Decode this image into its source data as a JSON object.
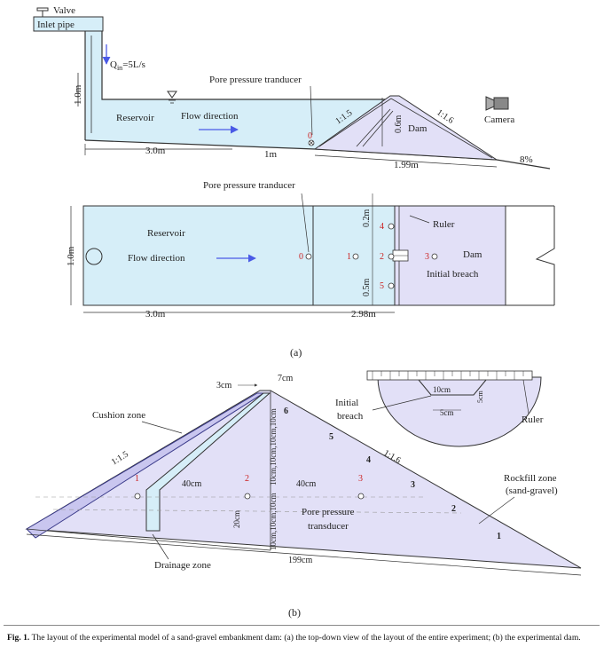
{
  "colors": {
    "water": "#d6eef8",
    "dam": "#e2e0f7",
    "dam_zone_line": "#3a3a8a",
    "red_label": "#cc2222",
    "flow_arrow": "#4a5ae6",
    "line": "#333333"
  },
  "icons": [
    "valve-icon",
    "camera-icon",
    "water-level-icon",
    "sensor-icon",
    "circle-outline-icon",
    "break-mark-icon"
  ],
  "side_view": {
    "valve_label": "Valve",
    "inlet_label": "Inlet pipe",
    "qin_label": "Q",
    "qin_sub": "in",
    "qin_value": "=5L/s",
    "height_label": "1.0m",
    "reservoir_label": "Reservoir",
    "flow_label": "Flow direction",
    "pore_label": "Pore pressure tranducer",
    "sensor0_label": "0",
    "slope_up_label": "1:1.5",
    "dam_height_label": "0.6m",
    "dam_label": "Dam",
    "slope_down_label": "1:1.6",
    "camera_label": "Camera",
    "len3_label": "3.0m",
    "len1_label": "1m",
    "len199_label": "1.99m",
    "grade_label": "8%"
  },
  "top_view": {
    "pore_label": "Pore pressure tranducer",
    "width_label": "1.0m",
    "reservoir_label": "Reservoir",
    "flow_label": "Flow direction",
    "s0_label": "0",
    "s1_label": "1",
    "s2_label": "2",
    "s3_label": "3",
    "s4_label": "4",
    "s5_label": "5",
    "dim02_label": "0.2m",
    "dim05_label": "0.5m",
    "ruler_label": "Ruler",
    "dam_label": "Dam",
    "breach_label": "Initial breach",
    "len3_label": "3.0m",
    "len298_label": "2.98m"
  },
  "label_a": "(a)",
  "section": {
    "dim3cm": "3cm",
    "dim7cm": "7cm",
    "cushion_label": "Cushion zone",
    "slope_up_label": "1:1.5",
    "slope_down_label": "1:1.6",
    "stack_upper": "10cm,10cm,10cm,10cm",
    "stack_lower": "10cm,10cm,10cm",
    "dim20cm": "20cm",
    "dim40a": "40cm",
    "dim40b": "40cm",
    "p1": "1",
    "p2": "2",
    "p3": "3",
    "ml1": "1",
    "ml2": "2",
    "ml3": "3",
    "ml4": "4",
    "ml5": "5",
    "ml6": "6",
    "pore_label_1": "Pore pressure",
    "pore_label_2": "transducer",
    "rock_label_1": "Rockfill zone",
    "rock_label_2": "(sand-gravel)",
    "drain_label": "Drainage zone",
    "dim199": "199cm",
    "initial_breach_1": "Initial",
    "initial_breach_2": "breach",
    "ib10": "10cm",
    "ib5": "5cm",
    "ib5v": "5cm",
    "ruler_label": "Ruler"
  },
  "label_b": "(b)",
  "caption": {
    "fig_no": "Fig. 1.",
    "text": "The layout of the experimental model of a sand-gravel embankment dam: (a) the top-down view of the layout of the entire experiment; (b) the experimental dam."
  }
}
